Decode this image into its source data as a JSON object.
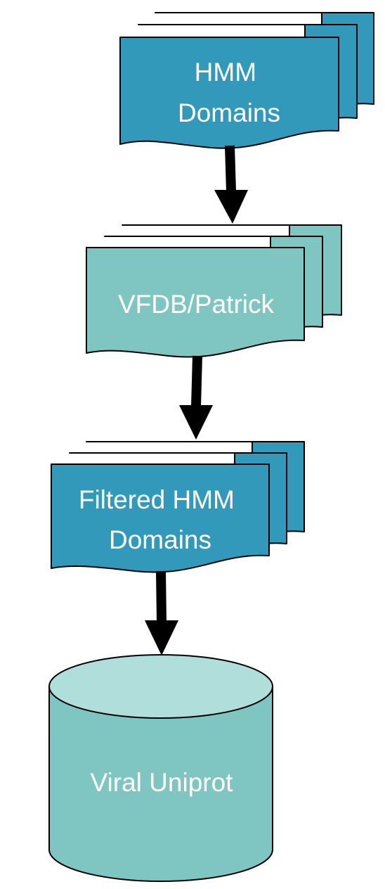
{
  "diagram": {
    "nodes": [
      {
        "id": "hmm-domains",
        "type": "multidocument",
        "lines": [
          "HMM",
          "Domains"
        ],
        "color": "#3399bb"
      },
      {
        "id": "vfdb-patrick",
        "type": "multidocument",
        "lines": [
          "VFDB/Patrick"
        ],
        "color": "#7fc6c2"
      },
      {
        "id": "filtered-hmm-domains",
        "type": "multidocument",
        "lines": [
          "Filtered HMM",
          "Domains"
        ],
        "color": "#3399bb"
      },
      {
        "id": "viral-uniprot",
        "type": "database",
        "lines": [
          "Viral Uniprot"
        ],
        "color": "#7fc6c2",
        "top_color": "#b0dedb"
      }
    ],
    "edges": [
      {
        "from": "hmm-domains",
        "to": "vfdb-patrick"
      },
      {
        "from": "vfdb-patrick",
        "to": "filtered-hmm-domains"
      },
      {
        "from": "filtered-hmm-domains",
        "to": "viral-uniprot"
      }
    ],
    "colors": {
      "stroke": "#000000",
      "label": "#ffffff",
      "arrow": "#000000"
    }
  }
}
